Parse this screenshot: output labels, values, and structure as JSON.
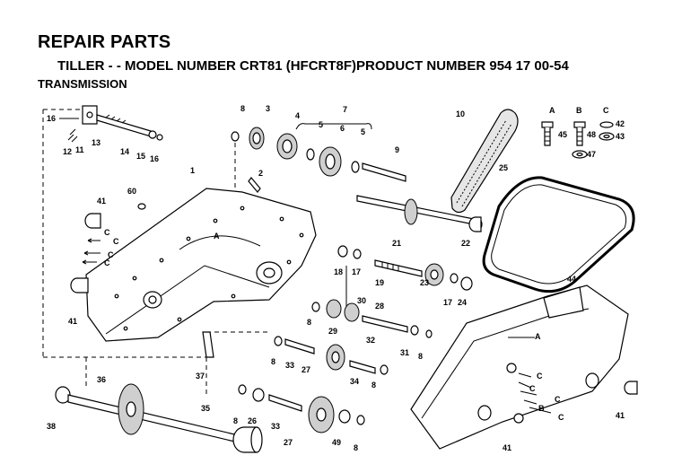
{
  "header": {
    "title": "REPAIR PARTS",
    "subtitle": "TILLER - - MODEL NUMBER CRT81 (HFCRT8F)PRODUCT NUMBER 954 17 00-54",
    "section": "TRANSMISSION"
  },
  "hardware_legend": {
    "col_a": "A",
    "col_b": "B",
    "col_c": "C"
  },
  "callouts": [
    {
      "id": "c16a",
      "text": "16"
    },
    {
      "id": "c13",
      "text": "13"
    },
    {
      "id": "c12",
      "text": "12"
    },
    {
      "id": "c11",
      "text": "11"
    },
    {
      "id": "c14",
      "text": "14"
    },
    {
      "id": "c15",
      "text": "15"
    },
    {
      "id": "c16b",
      "text": "16"
    },
    {
      "id": "c8a",
      "text": "8"
    },
    {
      "id": "c3",
      "text": "3"
    },
    {
      "id": "c4",
      "text": "4"
    },
    {
      "id": "c7",
      "text": "7"
    },
    {
      "id": "c5a",
      "text": "5"
    },
    {
      "id": "c6",
      "text": "6"
    },
    {
      "id": "c5b",
      "text": "5"
    },
    {
      "id": "c9",
      "text": "9"
    },
    {
      "id": "c10",
      "text": "10"
    },
    {
      "id": "c45",
      "text": "45"
    },
    {
      "id": "c48",
      "text": "48"
    },
    {
      "id": "c42",
      "text": "42"
    },
    {
      "id": "c43",
      "text": "43"
    },
    {
      "id": "c47",
      "text": "47"
    },
    {
      "id": "c1",
      "text": "1"
    },
    {
      "id": "c2",
      "text": "2"
    },
    {
      "id": "c60",
      "text": "60"
    },
    {
      "id": "c41a",
      "text": "41"
    },
    {
      "id": "c25",
      "text": "25"
    },
    {
      "id": "c21",
      "text": "21"
    },
    {
      "id": "c22",
      "text": "22"
    },
    {
      "id": "c18",
      "text": "18"
    },
    {
      "id": "c17a",
      "text": "17"
    },
    {
      "id": "c19",
      "text": "19"
    },
    {
      "id": "c23",
      "text": "23"
    },
    {
      "id": "c17b",
      "text": "17"
    },
    {
      "id": "c24",
      "text": "24"
    },
    {
      "id": "c41b",
      "text": "41"
    },
    {
      "id": "c30",
      "text": "30"
    },
    {
      "id": "c28",
      "text": "28"
    },
    {
      "id": "c8b",
      "text": "8"
    },
    {
      "id": "c29",
      "text": "29"
    },
    {
      "id": "c32",
      "text": "32"
    },
    {
      "id": "c31",
      "text": "31"
    },
    {
      "id": "c8c",
      "text": "8"
    },
    {
      "id": "c44",
      "text": "44"
    },
    {
      "id": "c8d",
      "text": "8"
    },
    {
      "id": "c33a",
      "text": "33"
    },
    {
      "id": "c27a",
      "text": "27"
    },
    {
      "id": "c34",
      "text": "34"
    },
    {
      "id": "c8e",
      "text": "8"
    },
    {
      "id": "c37",
      "text": "37"
    },
    {
      "id": "c36",
      "text": "36"
    },
    {
      "id": "c38",
      "text": "38"
    },
    {
      "id": "c35",
      "text": "35"
    },
    {
      "id": "c8f",
      "text": "8"
    },
    {
      "id": "c26",
      "text": "26"
    },
    {
      "id": "c33b",
      "text": "33"
    },
    {
      "id": "c27b",
      "text": "27"
    },
    {
      "id": "c49",
      "text": "49"
    },
    {
      "id": "c8g",
      "text": "8"
    },
    {
      "id": "c41c",
      "text": "41"
    },
    {
      "id": "c41d",
      "text": "41"
    }
  ],
  "reference_letters": [
    {
      "id": "rC1",
      "text": "C"
    },
    {
      "id": "rC2",
      "text": "C"
    },
    {
      "id": "rC3",
      "text": "C"
    },
    {
      "id": "rC4",
      "text": "C"
    },
    {
      "id": "rA1",
      "text": "A"
    },
    {
      "id": "rA2",
      "text": "A"
    },
    {
      "id": "rC5",
      "text": "C"
    },
    {
      "id": "rC6",
      "text": "C"
    },
    {
      "id": "rC7",
      "text": "C"
    },
    {
      "id": "rB1",
      "text": "B"
    },
    {
      "id": "rC8",
      "text": "C"
    }
  ]
}
